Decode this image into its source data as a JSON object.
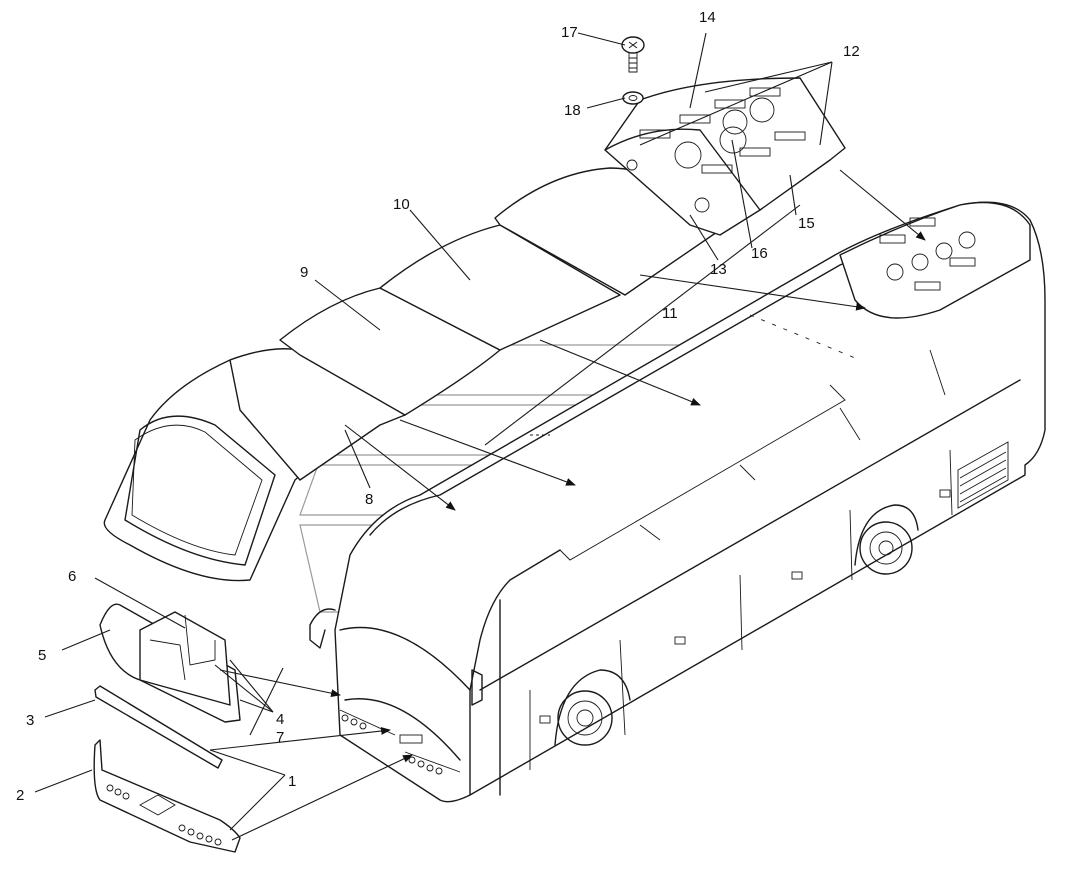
{
  "figure": {
    "description_free": true,
    "callouts": [
      {
        "id": "c1",
        "label": "1"
      },
      {
        "id": "c2",
        "label": "2"
      },
      {
        "id": "c3",
        "label": "3"
      },
      {
        "id": "c4",
        "label": "4"
      },
      {
        "id": "c5",
        "label": "5"
      },
      {
        "id": "c6",
        "label": "6"
      },
      {
        "id": "c7",
        "label": "7"
      },
      {
        "id": "c8",
        "label": "8"
      },
      {
        "id": "c9",
        "label": "9"
      },
      {
        "id": "c10",
        "label": "10"
      },
      {
        "id": "c11",
        "label": "11"
      },
      {
        "id": "c12",
        "label": "12"
      },
      {
        "id": "c13",
        "label": "13"
      },
      {
        "id": "c14",
        "label": "14"
      },
      {
        "id": "c15",
        "label": "15"
      },
      {
        "id": "c16",
        "label": "16"
      },
      {
        "id": "c17",
        "label": "17"
      },
      {
        "id": "c18",
        "label": "18"
      }
    ]
  },
  "colors": {
    "line": "#1a1a1a",
    "watermark": "#9a9a9a",
    "background": "#ffffff"
  }
}
